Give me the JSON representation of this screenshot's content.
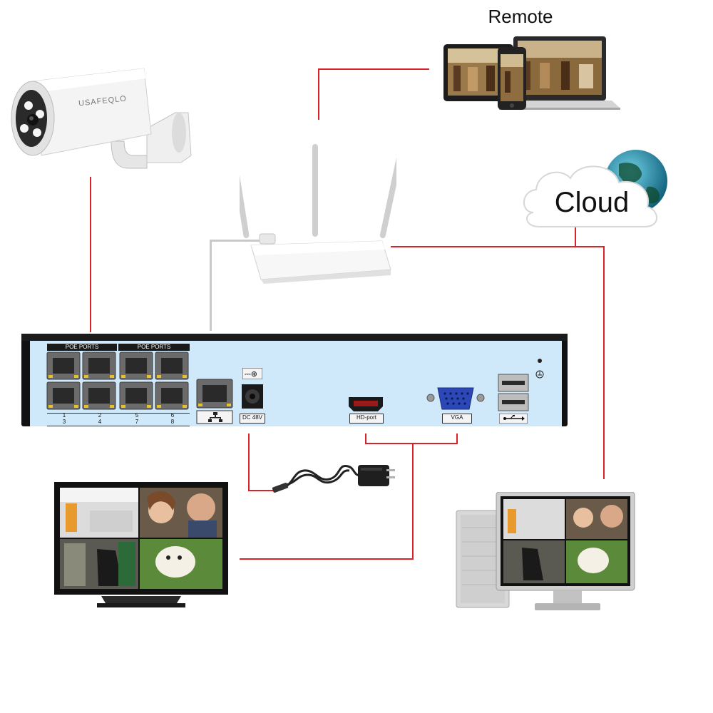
{
  "labels": {
    "remote": "Remote",
    "cloud": "Cloud",
    "camera_brand": "USAFEQLO"
  },
  "nvr": {
    "poe_ports_left": "POE PORTS",
    "poe_ports_right": "POE PORTS",
    "port_numbers_top": [
      "1",
      "2",
      "5",
      "6"
    ],
    "port_numbers_bottom": [
      "3",
      "4",
      "7",
      "8"
    ],
    "dc_label": "DC 48V",
    "hdmi_label": "HD-port",
    "vga_label": "VGA"
  },
  "colors": {
    "wire": "#d9232b",
    "nvr_face": "#cfe9fb",
    "nvr_body": "#111111"
  },
  "icons": [
    "bullet-camera-icon",
    "laptop-phone-icon",
    "wifi-router-icon",
    "cloud-globe-icon",
    "nvr-recorder-icon",
    "power-adapter-icon",
    "tv-monitor-icon",
    "desktop-pc-icon",
    "network-icon",
    "usb-icon"
  ]
}
